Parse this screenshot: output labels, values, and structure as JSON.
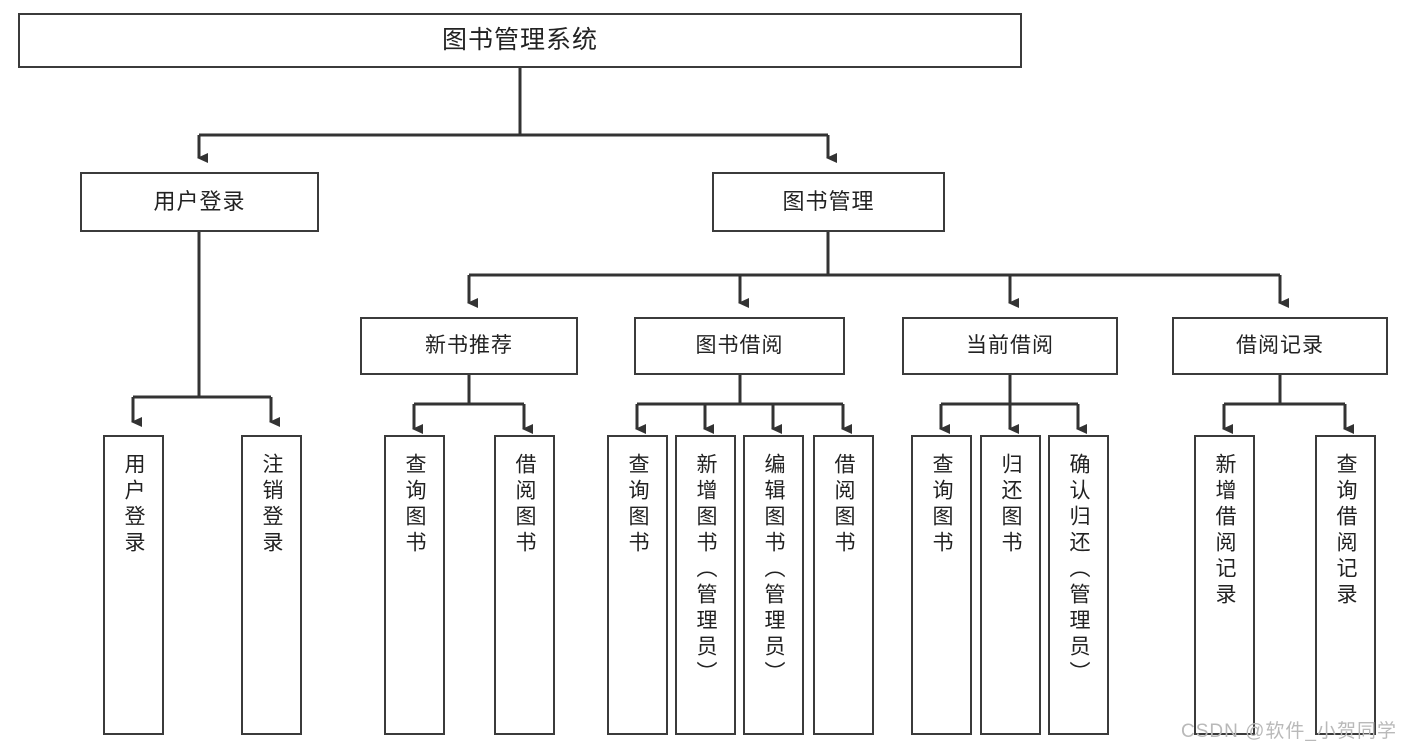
{
  "diagram": {
    "title": "图书管理系统",
    "type": "tree",
    "watermark": "CSDN @软件_小贺同学",
    "colors": {
      "box_border": "#3b3b3b",
      "box_fill": "#ffffff",
      "line": "#333333",
      "text": "#222222",
      "watermark": "#b9b9b9",
      "background": "#ffffff"
    },
    "root": {
      "label": "图书管理系统"
    },
    "level1": [
      {
        "id": "user-login",
        "label": "用户登录"
      },
      {
        "id": "book-manage",
        "label": "图书管理"
      }
    ],
    "level2": [
      {
        "id": "new-book-rec",
        "label": "新书推荐",
        "parent": "book-manage"
      },
      {
        "id": "book-borrow",
        "label": "图书借阅",
        "parent": "book-manage"
      },
      {
        "id": "current-borrow",
        "label": "当前借阅",
        "parent": "book-manage"
      },
      {
        "id": "borrow-record",
        "label": "借阅记录",
        "parent": "book-manage"
      }
    ],
    "leaves": {
      "user-login": [
        {
          "label": "用户登录"
        },
        {
          "label": "注销登录"
        }
      ],
      "new-book-rec": [
        {
          "label": "查询图书"
        },
        {
          "label": "借阅图书"
        }
      ],
      "book-borrow": [
        {
          "label": "查询图书"
        },
        {
          "label": "新增图书（管理员）"
        },
        {
          "label": "编辑图书（管理员）"
        },
        {
          "label": "借阅图书"
        }
      ],
      "current-borrow": [
        {
          "label": "查询图书"
        },
        {
          "label": "归还图书"
        },
        {
          "label": "确认归还（管理员）"
        }
      ],
      "borrow-record": [
        {
          "label": "新增借阅记录"
        },
        {
          "label": "查询借阅记录"
        }
      ]
    }
  }
}
